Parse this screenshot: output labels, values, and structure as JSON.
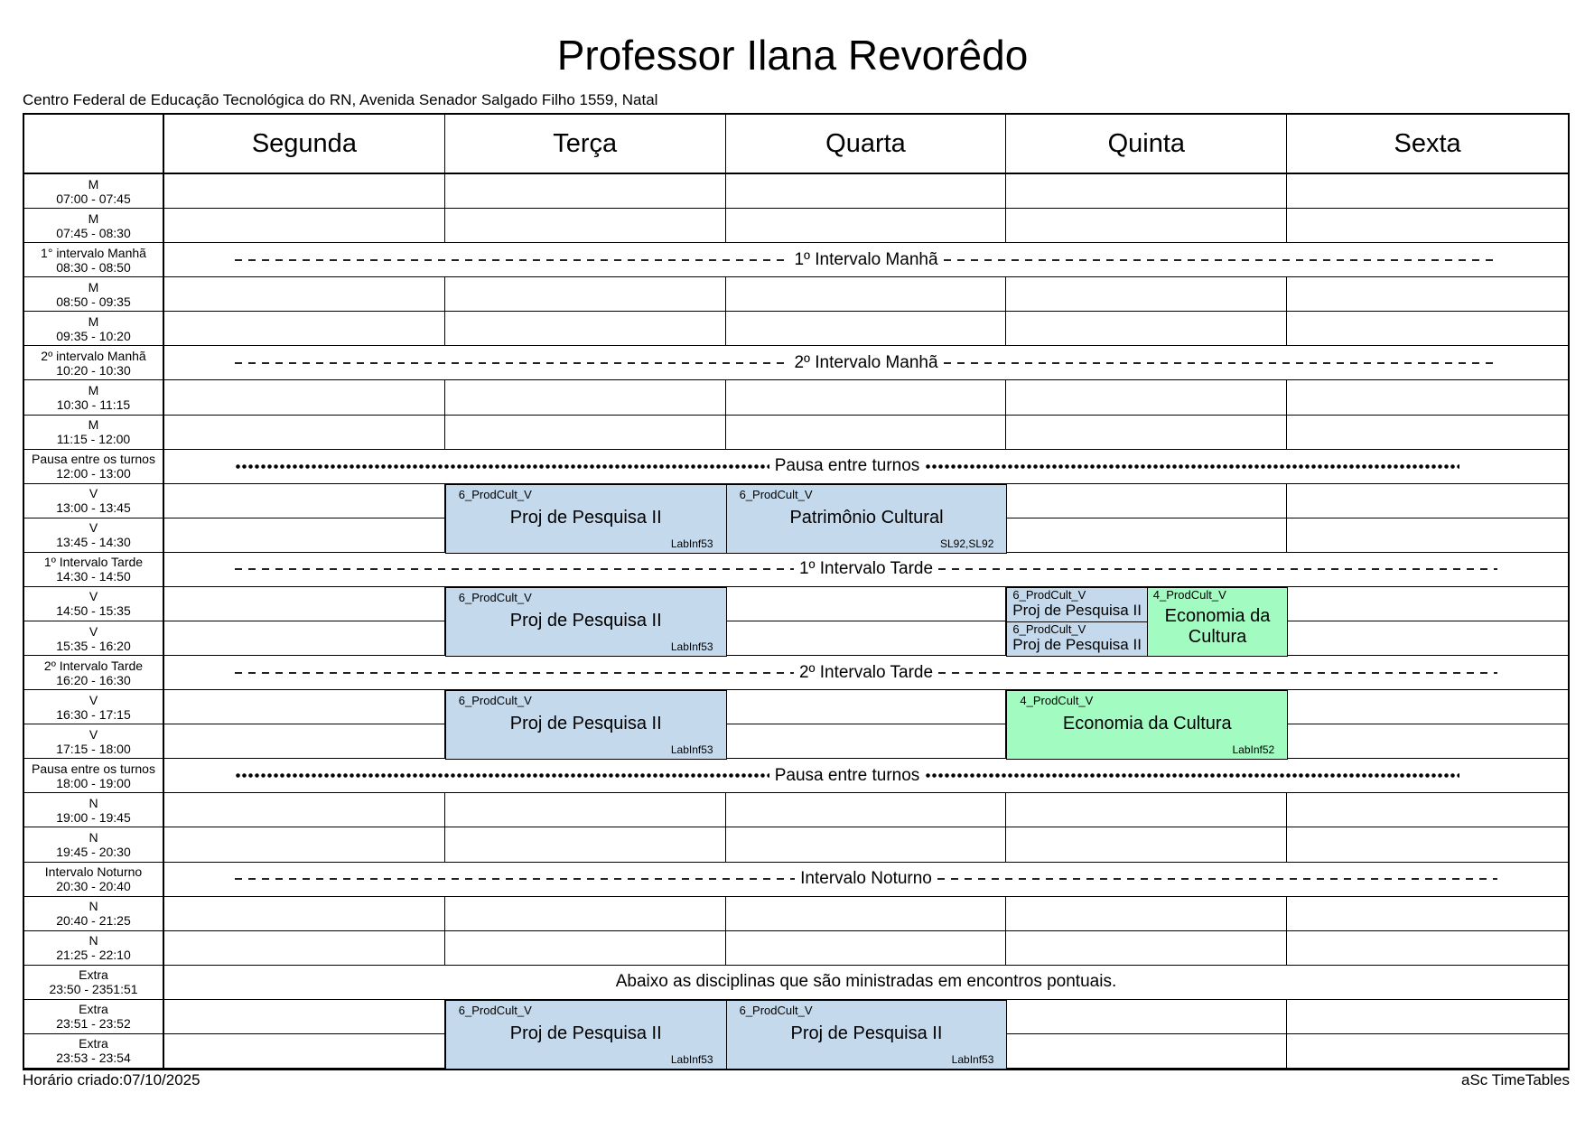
{
  "title": "Professor Ilana Revorêdo",
  "school": "Centro Federal de Educação Tecnológica do RN, Avenida Senador Salgado Filho 1559, Natal",
  "days": [
    "Segunda",
    "Terça",
    "Quarta",
    "Quinta",
    "Sexta"
  ],
  "periods": [
    {
      "name": "M",
      "time": "07:00 - 07:45"
    },
    {
      "name": "M",
      "time": "07:45 - 08:30"
    },
    {
      "name": "1° intervalo Manhã",
      "time": "08:30 - 08:50",
      "break": "1º Intervalo Manhã",
      "style": "dash"
    },
    {
      "name": "M",
      "time": "08:50 - 09:35"
    },
    {
      "name": "M",
      "time": "09:35 - 10:20"
    },
    {
      "name": "2º intervalo Manhã",
      "time": "10:20 - 10:30",
      "break": "2º Intervalo Manhã",
      "style": "dash"
    },
    {
      "name": "M",
      "time": "10:30 - 11:15"
    },
    {
      "name": "M",
      "time": "11:15 - 12:00"
    },
    {
      "name": "Pausa entre os turnos",
      "time": "12:00 - 13:00",
      "break": "Pausa entre turnos",
      "style": "dots"
    },
    {
      "name": "V",
      "time": "13:00 - 13:45"
    },
    {
      "name": "V",
      "time": "13:45 - 14:30"
    },
    {
      "name": "1º Intervalo Tarde",
      "time": "14:30 - 14:50",
      "break": "1º Intervalo Tarde",
      "style": "dash"
    },
    {
      "name": "V",
      "time": "14:50 - 15:35"
    },
    {
      "name": "V",
      "time": "15:35 - 16:20"
    },
    {
      "name": "2º Intervalo Tarde",
      "time": "16:20 - 16:30",
      "break": "2º Intervalo Tarde",
      "style": "dash"
    },
    {
      "name": "V",
      "time": "16:30 - 17:15"
    },
    {
      "name": "V",
      "time": "17:15 - 18:00"
    },
    {
      "name": "Pausa entre os turnos",
      "time": "18:00 - 19:00",
      "break": "Pausa entre turnos",
      "style": "dots"
    },
    {
      "name": "N",
      "time": "19:00 - 19:45"
    },
    {
      "name": "N",
      "time": "19:45 - 20:30"
    },
    {
      "name": "Intervalo Noturno",
      "time": "20:30 - 20:40",
      "break": "Intervalo Noturno",
      "style": "dash"
    },
    {
      "name": "N",
      "time": "20:40 - 21:25"
    },
    {
      "name": "N",
      "time": "21:25 - 22:10"
    },
    {
      "name": "Extra",
      "time": "23:50 - 2351:51",
      "break": "Abaixo as disciplinas que são ministradas em encontros pontuais.",
      "style": "message"
    },
    {
      "name": "Extra",
      "time": "23:51 - 23:52"
    },
    {
      "name": "Extra",
      "time": "23:53 - 23:54"
    }
  ],
  "lessons": [
    {
      "day": 1,
      "period": 9,
      "span": 2,
      "group": "6_ProdCult_V",
      "subject": "Proj de Pesquisa II",
      "room": "LabInf53",
      "color": "#c4d9ec"
    },
    {
      "day": 2,
      "period": 9,
      "span": 2,
      "group": "6_ProdCult_V",
      "subject": "Patrimônio Cultural",
      "room": "SL92,SL92",
      "color": "#c4d9ec"
    },
    {
      "day": 1,
      "period": 12,
      "span": 2,
      "group": "6_ProdCult_V",
      "subject": "Proj de Pesquisa II",
      "room": "LabInf53",
      "color": "#c4d9ec"
    },
    {
      "day": 3,
      "period": 12,
      "span": 1,
      "half": 0,
      "group": "6_ProdCult_V",
      "subject": "Proj de Pesquisa II",
      "room": "",
      "color": "#c4d9ec"
    },
    {
      "day": 3,
      "period": 13,
      "span": 1,
      "half": 0,
      "group": "6_ProdCult_V",
      "subject": "Proj de Pesquisa II",
      "room": "",
      "color": "#c4d9ec"
    },
    {
      "day": 3,
      "period": 12,
      "span": 2,
      "half": 1,
      "group": "4_ProdCult_V",
      "subject": "Economia da Cultura",
      "room": "",
      "color": "#a2fcc1"
    },
    {
      "day": 1,
      "period": 15,
      "span": 2,
      "group": "6_ProdCult_V",
      "subject": "Proj de Pesquisa II",
      "room": "LabInf53",
      "color": "#c4d9ec"
    },
    {
      "day": 3,
      "period": 15,
      "span": 2,
      "group": "4_ProdCult_V",
      "subject": "Economia da Cultura",
      "room": "LabInf52",
      "color": "#a2fcc1"
    },
    {
      "day": 1,
      "period": 24,
      "span": 2,
      "group": "6_ProdCult_V",
      "subject": "Proj de Pesquisa II",
      "room": "LabInf53",
      "color": "#c4d9ec"
    },
    {
      "day": 2,
      "period": 24,
      "span": 2,
      "group": "6_ProdCult_V",
      "subject": "Proj de Pesquisa II",
      "room": "LabInf53",
      "color": "#c4d9ec"
    }
  ],
  "footer": {
    "created": "Horário criado:07/10/2025",
    "brand": "aSc TimeTables"
  }
}
